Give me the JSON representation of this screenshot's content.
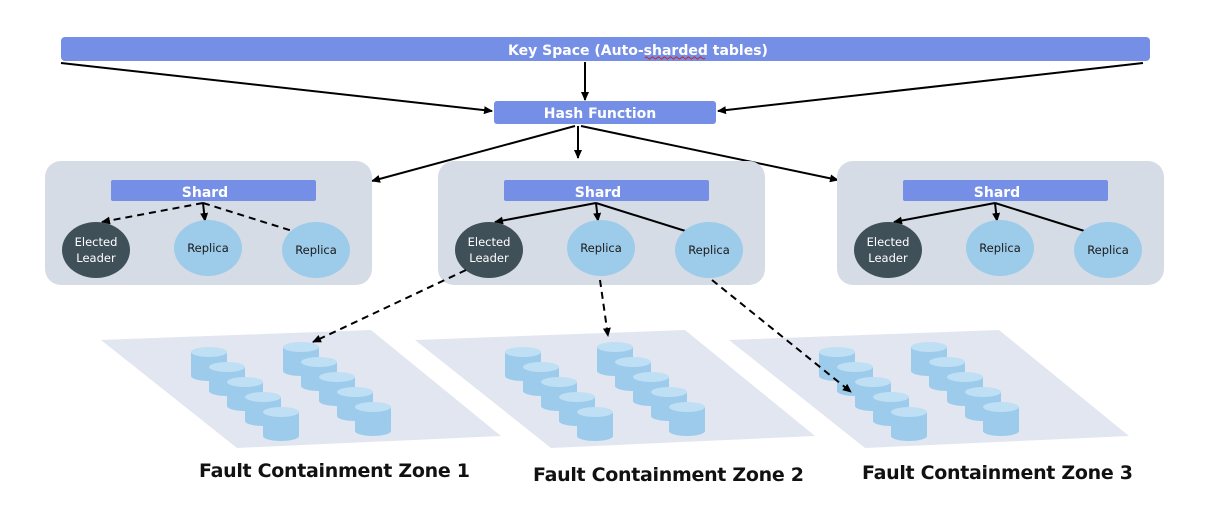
{
  "diagram": {
    "keyspace": {
      "label": "Key Space (Auto-sharded tables)"
    },
    "hash": {
      "label": "Hash Function"
    },
    "shards": [
      {
        "label": "Shard",
        "leader": [
          "Elected",
          "Leader"
        ],
        "replicas": [
          "Replica",
          "Replica"
        ],
        "links": "dashed"
      },
      {
        "label": "Shard",
        "leader": [
          "Elected",
          "Leader"
        ],
        "replicas": [
          "Replica",
          "Replica"
        ],
        "links": "solid"
      },
      {
        "label": "Shard",
        "leader": [
          "Elected",
          "Leader"
        ],
        "replicas": [
          "Replica",
          "Replica"
        ],
        "links": "solid"
      }
    ],
    "zones": [
      {
        "label": "Fault Containment Zone 1"
      },
      {
        "label": "Fault Containment Zone 2"
      },
      {
        "label": "Fault Containment Zone 3"
      }
    ],
    "colors": {
      "bar": "#768fe6",
      "shard_panel": "#d6dce6",
      "leader": "#3f5059",
      "replica": "#9dcbea",
      "zone_plane": "#e1e6f1",
      "disk_body": "#9ccbec",
      "disk_top": "#bfdff4"
    }
  }
}
